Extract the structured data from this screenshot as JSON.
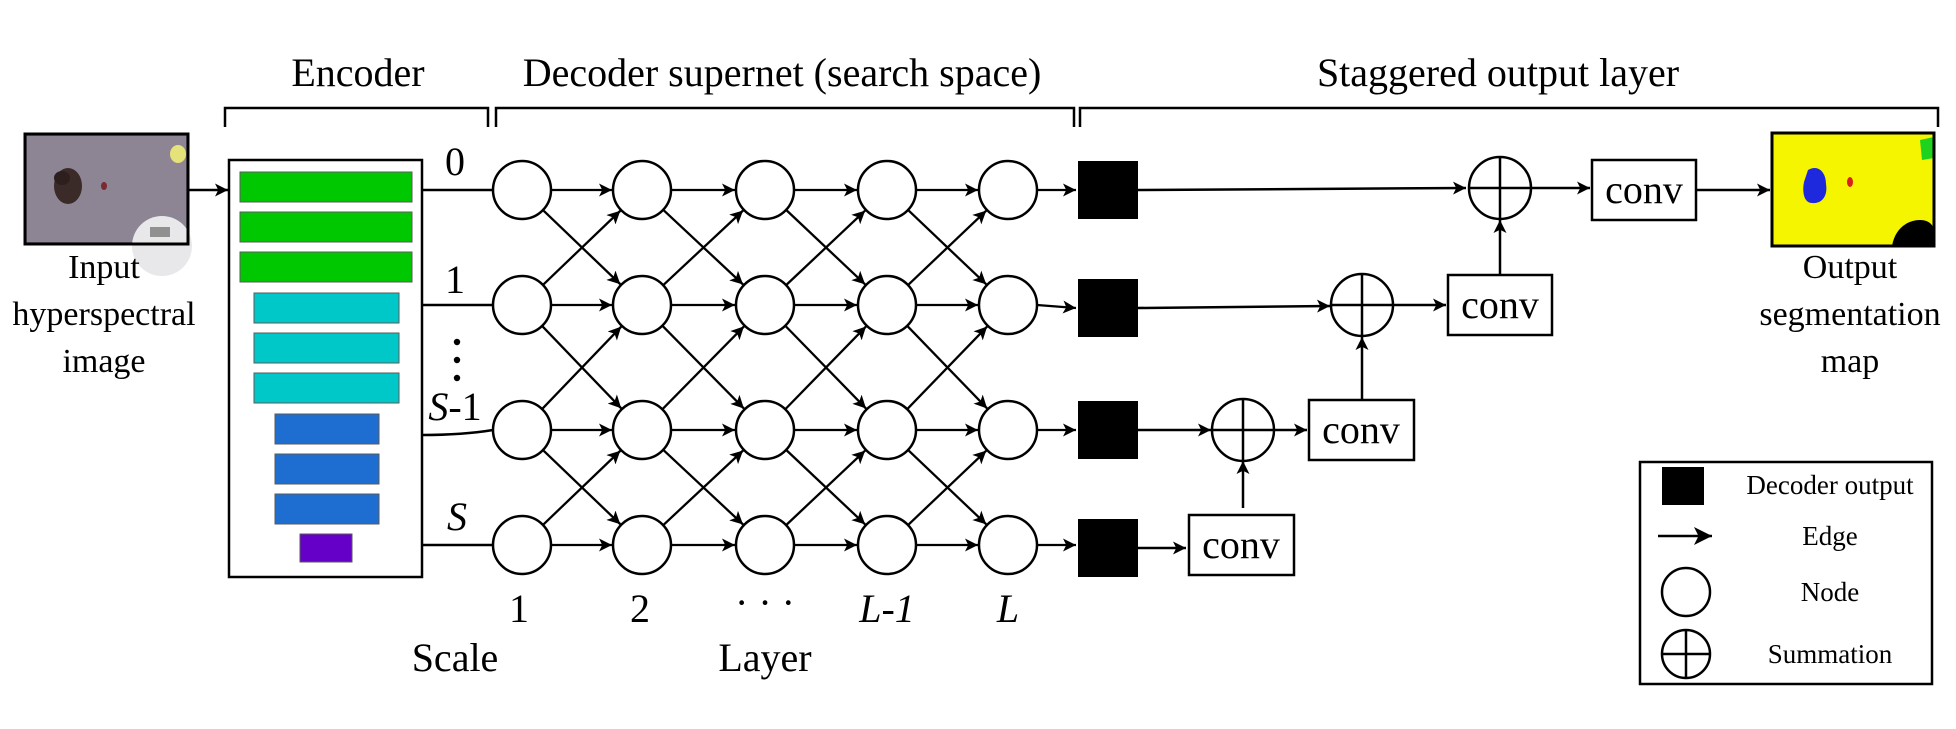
{
  "sections": {
    "encoder": "Encoder",
    "decoder": "Decoder supernet (search space)",
    "staggered": "Staggered output layer"
  },
  "input_label": [
    "Input",
    "hyperspectral",
    "image"
  ],
  "output_label": [
    "Output",
    "segmentation",
    "map"
  ],
  "scale_labels": {
    "s0": "0",
    "s1": "1",
    "s_minus_1_var": "S",
    "s_minus_1_suffix": "-1",
    "s_last": "S",
    "axis": "Scale"
  },
  "layer_labels": {
    "l1": "1",
    "l2": "2",
    "dots": "· · ·",
    "l_minus_1": "L-1",
    "l_last": "L",
    "axis": "Layer"
  },
  "conv_label": "conv",
  "legend": {
    "decoder_output": "Decoder output",
    "edge": "Edge",
    "node": "Node",
    "summation": "Summation"
  },
  "colors": {
    "encoder_green": "#00c800",
    "encoder_cyan": "#00c8c8",
    "encoder_blue": "#1e6ed2",
    "encoder_purple": "#6400c8",
    "output_yellow": "#f5f500",
    "output_blue": "#1e28dc",
    "output_green": "#1ed21e"
  }
}
